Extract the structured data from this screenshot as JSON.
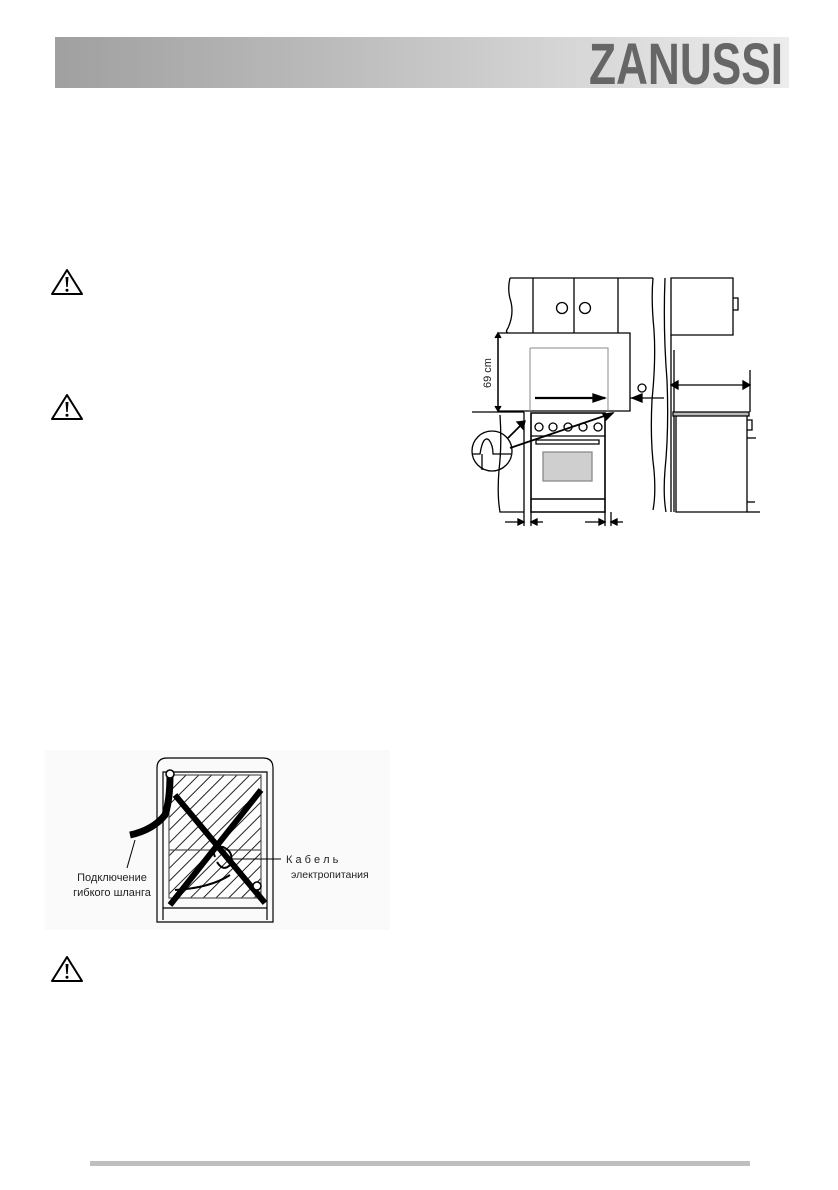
{
  "header": {
    "brand": "ZANUSSI",
    "gradient_colors": [
      "#a0a0a0",
      "#ececec"
    ],
    "brand_color": "#666666"
  },
  "warnings": [
    {
      "icon": "warning-triangle-icon"
    },
    {
      "icon": "warning-triangle-icon"
    },
    {
      "icon": "warning-triangle-icon"
    }
  ],
  "installation_diagram": {
    "dimension_label": "69 cm"
  },
  "rear_diagram": {
    "label_hose_line1": "Подключение",
    "label_hose_line2": "гибкого шланга",
    "label_cable_line1": "К а б е л ь",
    "label_cable_line2": "электропитания"
  },
  "footer": {
    "bar_color": "#bfbfbf"
  }
}
